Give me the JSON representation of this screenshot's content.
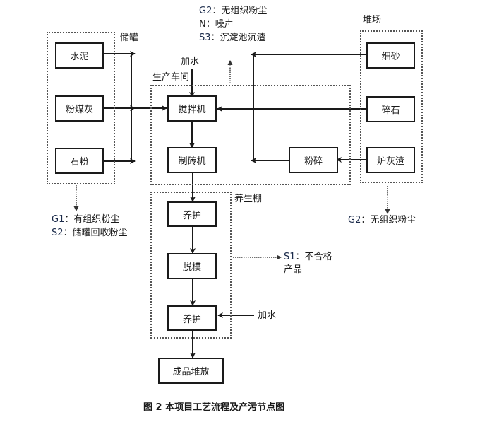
{
  "diagram": {
    "caption": "图 2  本项目工艺流程及产污节点图",
    "groups": {
      "storage_tanks": "储罐",
      "workshop": "生产车间",
      "stockyard": "堆场",
      "curing_shed": "养生棚"
    },
    "nodes": {
      "cement": "水泥",
      "fly_ash": "粉煤灰",
      "stone_powder": "石粉",
      "mixer": "搅拌机",
      "brick_machine": "制砖机",
      "fine_sand": "细砂",
      "crushed_stone": "碎石",
      "furnace_slag": "炉灰渣",
      "crushing": "粉碎",
      "curing_1": "养护",
      "demolding": "脱模",
      "curing_2": "养护",
      "finished_storage": "成品堆放"
    },
    "inputs": {
      "add_water_mixer": "加水",
      "add_water_curing": "加水"
    },
    "pollutants": {
      "workshop": [
        {
          "code": "G2",
          "sep": "：",
          "text": "无组织粉尘"
        },
        {
          "code": "N",
          "sep": "：",
          "text": "噪声"
        },
        {
          "code": "S3",
          "sep": "：",
          "text": "沉淀池沉渣"
        }
      ],
      "storage": [
        {
          "code": "G1",
          "sep": "：",
          "text": "有组织粉尘"
        },
        {
          "code": "S2",
          "sep": "：",
          "text": "储罐回收粉尘"
        }
      ],
      "stockyard": [
        {
          "code": "G2",
          "sep": "：",
          "text": "无组织粉尘"
        }
      ],
      "demolding": {
        "code": "S1",
        "sep": "：",
        "text": "不合格",
        "text2": "产品"
      }
    }
  }
}
